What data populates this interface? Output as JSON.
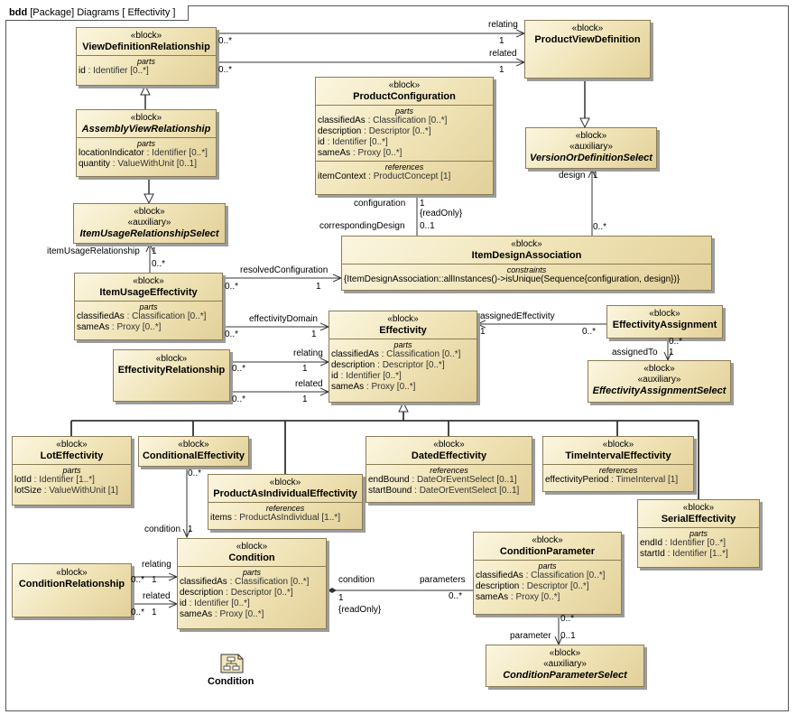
{
  "frame": {
    "kind": "bdd",
    "title": "[Package] Diagrams [ Effectivity ]"
  },
  "blocks": {
    "vdr": {
      "stereo": "«block»",
      "name": "ViewDefinitionRelationship",
      "parts_label": "parts",
      "parts": [
        [
          "id",
          " : Identifier [0..*]"
        ]
      ]
    },
    "pvd": {
      "stereo": "«block»",
      "name": "ProductViewDefinition"
    },
    "pc": {
      "stereo": "«block»",
      "name": "ProductConfiguration",
      "parts_label": "parts",
      "parts": [
        [
          "classifiedAs",
          " : Classification [0..*]"
        ],
        [
          "description",
          " : Descriptor [0..*]"
        ],
        [
          "id",
          " : Identifier [0..*]"
        ],
        [
          "sameAs",
          " : Proxy [0..*]"
        ]
      ],
      "refs_label": "references",
      "refs": [
        [
          "itemContext",
          " : ProductConcept [1]"
        ]
      ]
    },
    "avr": {
      "stereo": "«block»",
      "name": "AssemblyViewRelationship",
      "parts_label": "parts",
      "parts": [
        [
          "locationIndicator",
          " : Identifier [0..*]"
        ],
        [
          "quantity",
          " : ValueWithUnit [0..1]"
        ]
      ]
    },
    "vods": {
      "stereo": "«block»",
      "stereo2": "«auxiliary»",
      "name": "VersionOrDefinitionSelect"
    },
    "iurs": {
      "stereo": "«block»",
      "stereo2": "«auxiliary»",
      "name": "ItemUsageRelationshipSelect"
    },
    "ida": {
      "stereo": "«block»",
      "name": "ItemDesignAssociation",
      "cons_label": "constraints",
      "cons": "{ItemDesignAssociation::allInstances()->isUnique(Sequence{configuration, design})}"
    },
    "iue": {
      "stereo": "«block»",
      "name": "ItemUsageEffectivity",
      "parts_label": "parts",
      "parts": [
        [
          "classifiedAs",
          " : Classification [0..*]"
        ],
        [
          "sameAs",
          " : Proxy [0..*]"
        ]
      ]
    },
    "eff": {
      "stereo": "«block»",
      "name": "Effectivity",
      "parts_label": "parts",
      "parts": [
        [
          "classifiedAs",
          " : Classification [0..*]"
        ],
        [
          "description",
          " : Descriptor [0..*]"
        ],
        [
          "id",
          " : Identifier [0..*]"
        ],
        [
          "sameAs",
          " : Proxy [0..*]"
        ]
      ]
    },
    "ea": {
      "stereo": "«block»",
      "name": "EffectivityAssignment"
    },
    "er": {
      "stereo": "«block»",
      "name": "EffectivityRelationship"
    },
    "eas": {
      "stereo": "«block»",
      "stereo2": "«auxiliary»",
      "name": "EffectivityAssignmentSelect"
    },
    "le": {
      "stereo": "«block»",
      "name": "LotEffectivity",
      "parts_label": "parts",
      "parts": [
        [
          "lotId",
          " : Identifier [1..*]"
        ],
        [
          "lotSize",
          " : ValueWithUnit [1]"
        ]
      ]
    },
    "ce": {
      "stereo": "«block»",
      "name": "ConditionalEffectivity"
    },
    "paie": {
      "stereo": "«block»",
      "name": "ProductAsIndividualEffectivity",
      "refs_label": "references",
      "refs": [
        [
          "items",
          " : ProductAsIndividual [1..*]"
        ]
      ]
    },
    "de": {
      "stereo": "«block»",
      "name": "DatedEffectivity",
      "refs_label": "references",
      "refs": [
        [
          "endBound",
          " : DateOrEventSelect [0..1]"
        ],
        [
          "startBound",
          " : DateOrEventSelect [0..1]"
        ]
      ]
    },
    "tie": {
      "stereo": "«block»",
      "name": "TimeIntervalEffectivity",
      "refs_label": "references",
      "refs": [
        [
          "effectivityPeriod",
          " : TimeInterval [1]"
        ]
      ]
    },
    "se": {
      "stereo": "«block»",
      "name": "SerialEffectivity",
      "parts_label": "parts",
      "parts": [
        [
          "endId",
          " : Identifier [0..*]"
        ],
        [
          "startId",
          " : Identifier [1..*]"
        ]
      ]
    },
    "cr": {
      "stereo": "«block»",
      "name": "ConditionRelationship"
    },
    "cond": {
      "stereo": "«block»",
      "name": "Condition",
      "parts_label": "parts",
      "parts": [
        [
          "classifiedAs",
          " : Classification [0..*]"
        ],
        [
          "description",
          " : Descriptor [0..*]"
        ],
        [
          "id",
          " : Identifier [0..*]"
        ],
        [
          "sameAs",
          " : Proxy [0..*]"
        ]
      ]
    },
    "cp": {
      "stereo": "«block»",
      "name": "ConditionParameter",
      "parts_label": "parts",
      "parts": [
        [
          "classifiedAs",
          " : Classification [0..*]"
        ],
        [
          "description",
          " : Descriptor [0..*]"
        ],
        [
          "sameAs",
          " : Proxy [0..*]"
        ]
      ]
    },
    "cps": {
      "stereo": "«block»",
      "stereo2": "«auxiliary»",
      "name": "ConditionParameterSelect"
    }
  },
  "labels": {
    "vdr_relating_m": "0..*",
    "relating": "relating",
    "relating_m": "1",
    "vdr_related_m": "0..*",
    "related": "related",
    "related_m": "1",
    "configuration": "configuration",
    "configuration_m": "1",
    "readonly": "{readOnly}",
    "correspondingDesign": "correspondingDesign",
    "correspondingDesign_m": "0..1",
    "design": "design",
    "design_m": "1",
    "ida_design_m": "0..*",
    "itemUsageRelationship": "itemUsageRelationship",
    "iur_m": "1",
    "iue_iur_m": "0..*",
    "resolvedConfiguration": "resolvedConfiguration",
    "rc_src_m": "0..*",
    "rc_m": "1",
    "effectivityDomain": "effectivityDomain",
    "ed_src_m": "0..*",
    "ed_m": "1",
    "assignedEffectivity": "assignedEffectivity",
    "ae_m": "1",
    "ae_src_m": "0..*",
    "assignedTo": "assignedTo",
    "at_src_m": "0..*",
    "at_m": "1",
    "er_relating": "relating",
    "er_relating_src": "0..*",
    "er_relating_m": "1",
    "er_related": "related",
    "er_related_src": "0..*",
    "er_related_m": "1",
    "ce_m": "0..*",
    "condition": "condition",
    "condition_m": "1",
    "cr_relating": "relating",
    "cr_relating_src": "0..*",
    "cr_relating_m": "1",
    "cr_related": "related",
    "cr_related_src": "0..*",
    "cr_related_m": "1",
    "cond_condition": "condition",
    "cond_condition_m": "1",
    "cond_readonly": "{readOnly}",
    "parameters": "parameters",
    "parameters_m": "0..*",
    "parameter": "parameter",
    "parameter_src_m": "0..*",
    "parameter_m": "0..1"
  },
  "diagram_icon": {
    "name": "Condition",
    "icon": "diagram-icon"
  }
}
